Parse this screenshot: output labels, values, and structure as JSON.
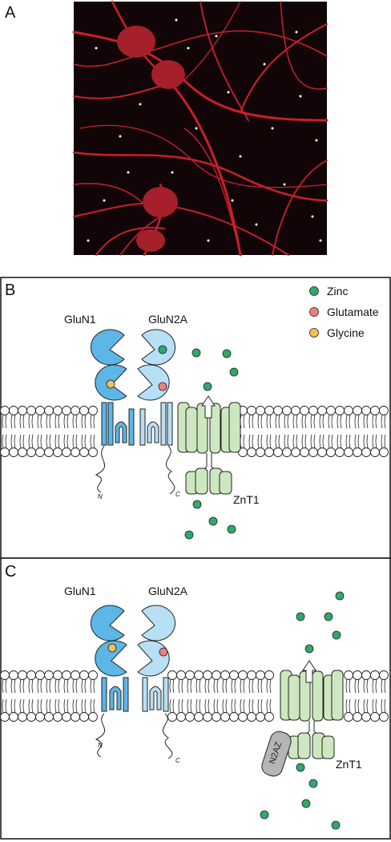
{
  "panels": [
    {
      "letter": "A"
    },
    {
      "letter": "B",
      "labels": {
        "glun1": "GluN1",
        "glun2a": "GluN2A",
        "znt1": "ZnT1",
        "n_term": "N",
        "c_term": "C"
      }
    },
    {
      "letter": "C",
      "labels": {
        "glun1": "GluN1",
        "glun2a": "GluN2A",
        "znt1": "ZnT1",
        "n_term": "N",
        "c_term": "C",
        "n2az": "N2AZ"
      }
    }
  ],
  "legend": [
    {
      "label": "Zinc",
      "color": "#2fa86a"
    },
    {
      "label": "Glutamate",
      "color": "#f07e7e"
    },
    {
      "label": "Glycine",
      "color": "#f2c14e"
    }
  ],
  "colors": {
    "glun1": "#5cb6e6",
    "glun2a": "#b7dff5",
    "znt1": "#cde8c0",
    "n2az": "#b5b5b5",
    "micrograph_background": "#120508",
    "micrograph_neurites": "#c8202a"
  }
}
